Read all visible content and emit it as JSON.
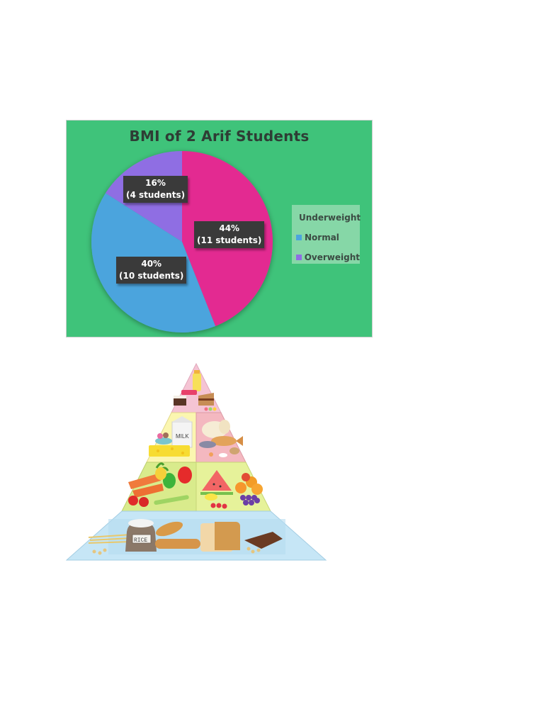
{
  "chart_data": {
    "type": "pie",
    "title": "BMI of 2 Arif Students",
    "categories": [
      "Underweight",
      "Normal",
      "Overweight"
    ],
    "values": [
      44,
      40,
      16
    ],
    "counts": [
      11,
      10,
      4
    ],
    "labels": [
      "44%\n(11 students)",
      "40%\n(10 students)",
      "16%\n(4 students)"
    ],
    "colors": [
      "#e32c91",
      "#4ba4dd",
      "#8f6ee3"
    ],
    "legend_position": "right",
    "background": "#3fc37a"
  },
  "chart": {
    "title": "BMI of 2 Arif Students",
    "slices": [
      {
        "pct": "44%",
        "count": "(11 students)",
        "name": "Underweight",
        "color": "#e32c91"
      },
      {
        "pct": "40%",
        "count": "(10 students)",
        "name": "Normal",
        "color": "#4ba4dd"
      },
      {
        "pct": "16%",
        "count": "(4 students)",
        "name": "Overweight",
        "color": "#8f6ee3"
      }
    ],
    "legend": [
      {
        "label": "Underweight",
        "color": "#e32c91"
      },
      {
        "label": "Normal",
        "color": "#4ba4dd"
      },
      {
        "label": "Overweight",
        "color": "#8f6ee3"
      }
    ]
  },
  "pyramid": {
    "description": "Food pyramid illustration",
    "tiers": [
      {
        "name": "fats-oils-sweets",
        "color": "#f5c4d4",
        "items": [
          "juice-bottle",
          "cake",
          "sweets"
        ]
      },
      {
        "name": "dairy",
        "color": "#fbf6b0",
        "items": [
          "milk-carton",
          "cheese",
          "yogurt"
        ]
      },
      {
        "name": "meat-poultry-fish",
        "color": "#f4b8c0",
        "items": [
          "chicken",
          "fish",
          "eggs"
        ]
      },
      {
        "name": "vegetables",
        "color": "#d9eb8c",
        "items": [
          "carrots",
          "peppers",
          "tomatoes",
          "leeks"
        ]
      },
      {
        "name": "fruits",
        "color": "#e6f29a",
        "items": [
          "watermelon",
          "oranges",
          "grapes",
          "strawberries"
        ]
      },
      {
        "name": "grains",
        "color": "#c6e6f6",
        "items": [
          "pasta",
          "rice-sack",
          "baguette",
          "bread-loaf",
          "cereal"
        ]
      }
    ],
    "rice_label": "RICE",
    "milk_label": "MILK"
  }
}
